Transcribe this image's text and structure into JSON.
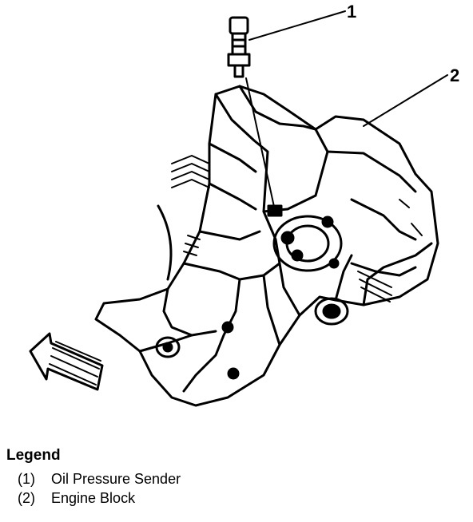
{
  "callouts": {
    "one": "1",
    "two": "2"
  },
  "legend": {
    "title": "Legend",
    "items": [
      {
        "num": "(1)",
        "label": "Oil Pressure Sender"
      },
      {
        "num": "(2)",
        "label": "Engine Block"
      }
    ]
  },
  "colors": {
    "ink": "#000000",
    "paper": "#ffffff"
  }
}
